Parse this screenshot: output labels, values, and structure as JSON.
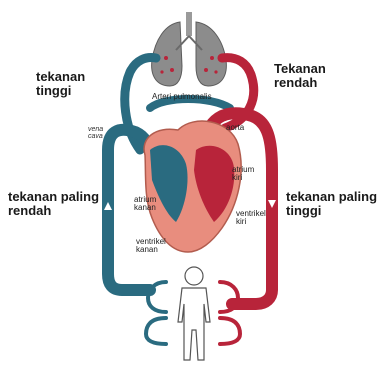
{
  "labels": {
    "high_pressure_left": "tekanan tinggi",
    "low_pressure_right": "Tekanan rendah",
    "lowest_pressure_left": "tekanan paling rendah",
    "highest_pressure_right": "tekanan paling tinggi",
    "pulmonary_artery": "Arteri pulmonalis",
    "aorta": "aorta",
    "left_atrium": "atrium kiri",
    "right_atrium": "atrium kanan",
    "left_ventricle": "ventrikel kiri",
    "right_ventricle": "ventrikel kanan",
    "vena_cava": "vena cava"
  },
  "colors": {
    "oxygenated": "#b8243a",
    "deoxygenated": "#2a6b80",
    "heart": "#e88d7e",
    "lungs": "#8c8c8c",
    "body": "#ffffff"
  }
}
